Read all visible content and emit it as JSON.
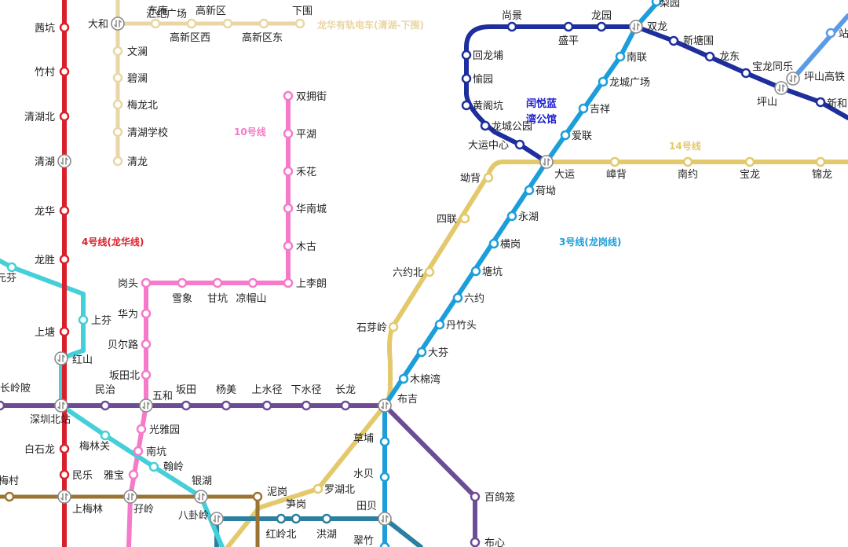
{
  "map": {
    "colors": {
      "line4": "#d9202a",
      "line3": "#1b9ed9",
      "line10": "#f57ac9",
      "line14": "#e3c96c",
      "tram": "#e9d6a4",
      "purple": "#6d4c96",
      "cyan": "#45cfd8",
      "navy": "#1e2e9c",
      "brown": "#9b7433",
      "teal": "#2b7fa0",
      "lightblue": "#5b9be6",
      "poi": "#1a1acf"
    },
    "line_labels": {
      "line4": "4号线(龙华线)",
      "line3": "3号线(龙岗线)",
      "line10": "10号线",
      "line14": "14号线",
      "tram": "龙华有轨电车(清湖-下围)"
    },
    "poi": {
      "line1": "闰悦蓝",
      "line2": "湾公馆"
    },
    "stations": {
      "qiankeng": "茜坑",
      "zhucun": "竹村",
      "qinghubei": "清湖北",
      "qinghu": "清湖",
      "longhua": "龙华",
      "longsheng": "龙胜",
      "shangtang": "上塘",
      "hongshan": "红山",
      "shenzhenbei": "深圳北站",
      "baishilong": "白石龙",
      "minle": "民乐",
      "shangmeilin": "上梅林",
      "dahe": "大和",
      "huiji": "汇纪广场",
      "dongan": "东庵",
      "gaoxinqu": "高新区",
      "xiawei": "下围",
      "gaoxinquxi": "高新区西",
      "gaoxinqudong": "高新区东",
      "wenlan": "文澜",
      "bilan": "碧澜",
      "meilongbei": "梅龙北",
      "qinghuxuexiao": "清湖学校",
      "qinglong": "清龙",
      "shuangyongjie": "双拥街",
      "pinghu": "平湖",
      "hehua": "禾花",
      "huanancheng": "华南城",
      "mugu": "木古",
      "shanglilang": "上李朗",
      "liangmaoshan": "凉帽山",
      "gankeng": "甘坑",
      "xuexiang": "雪象",
      "gangtou": "岗头",
      "huawei": "华为",
      "beierlu": "贝尔路",
      "bantianbei": "坂田北",
      "wuhe": "五和",
      "guangyayuan": "光雅园",
      "nankeng": "南坑",
      "yaling": "孖岭",
      "changlingpi": "长岭陂",
      "minzhi": "民治",
      "bantian": "坂田",
      "yangmei": "杨美",
      "shangshuijing": "上水径",
      "xiashuijing": "下水径",
      "changlong": "长龙",
      "buji": "布吉",
      "shangfen": "上芬",
      "yuanfen": "元芬",
      "meilinguan": "梅林关",
      "yabao": "雅宝",
      "hanling": "翰岭",
      "yinhu": "银湖",
      "meicun": "梅村",
      "shangjing": "尚景",
      "shengping": "盛平",
      "longyuan": "龙园",
      "shuanglong": "双龙",
      "huilongpu": "回龙埔",
      "yuyuan": "愉园",
      "huanggekeng": "黄阁坑",
      "longchenggongyuan": "龙城公园",
      "dayunzhongxin": "大运中心",
      "dayun": "大运",
      "nanlian": "南联",
      "longchengguangchang": "龙城广场",
      "jixiang": "吉祥",
      "ailian": "爱联",
      "hedao": "荷坳",
      "yonghu": "永湖",
      "henggang": "横岗",
      "tangkeng": "塘坑",
      "liuyue": "六约",
      "danzhutou": "丹竹头",
      "dafen": "大芬",
      "mumianwan": "木棉湾",
      "caopu": "草埔",
      "shuibei": "水贝",
      "tianbei": "田贝",
      "cuizhu": "翠竹",
      "xintangwei": "新塘围",
      "longdong": "龙东",
      "baolongtongle": "宝龙同乐",
      "pingshan": "坪山",
      "xinhe": "新和",
      "pingshangaotie": "坪山高铁",
      "zhan": "站",
      "zhangbei": "嶂背",
      "nanyue": "南约",
      "baolong": "宝龙",
      "jinlong": "锦龙",
      "aobei": "坳背",
      "silian": "四联",
      "liuyuebei": "六约北",
      "shiyaling": "石芽岭",
      "baigeshan": "百鸽笼",
      "buxin": "布心",
      "luohubei": "罗湖北",
      "sungang": "笋岗",
      "nigang": "泥岗",
      "baguaing": "八卦岭",
      "honglingbei": "红岭北",
      "honghu": "洪湖",
      "liyuan": "梨园"
    }
  }
}
